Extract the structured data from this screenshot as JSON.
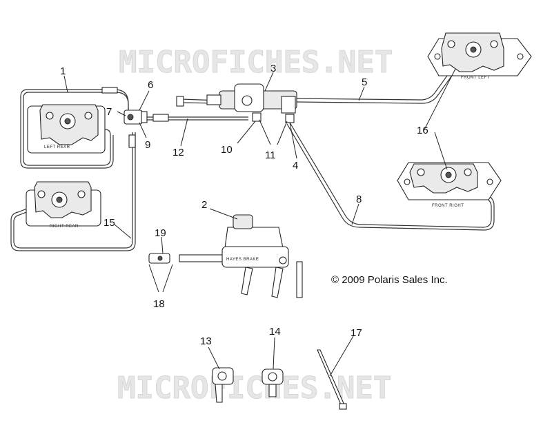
{
  "watermark": {
    "top": "MICROFICHES.NET",
    "bottom": "MICROFICHES.NET"
  },
  "copyright": "© 2009 Polaris Sales Inc.",
  "caliper_labels": {
    "left_rear": "LEFT REAR",
    "right_rear": "RIGHT REAR",
    "front_left": "FRONT LEFT",
    "front_right": "FRONT RIGHT"
  },
  "master_cylinder_label": "HAYES BRAKE",
  "callouts": [
    {
      "id": "callout-1",
      "text": "1"
    },
    {
      "id": "callout-2",
      "text": "2"
    },
    {
      "id": "callout-3",
      "text": "3"
    },
    {
      "id": "callout-4",
      "text": "4"
    },
    {
      "id": "callout-5",
      "text": "5"
    },
    {
      "id": "callout-6",
      "text": "6"
    },
    {
      "id": "callout-7",
      "text": "7"
    },
    {
      "id": "callout-8",
      "text": "8"
    },
    {
      "id": "callout-9",
      "text": "9"
    },
    {
      "id": "callout-10",
      "text": "10"
    },
    {
      "id": "callout-11",
      "text": "11"
    },
    {
      "id": "callout-12",
      "text": "12"
    },
    {
      "id": "callout-13",
      "text": "13"
    },
    {
      "id": "callout-14",
      "text": "14"
    },
    {
      "id": "callout-15",
      "text": "15"
    },
    {
      "id": "callout-16",
      "text": "16"
    },
    {
      "id": "callout-17",
      "text": "17"
    },
    {
      "id": "callout-18",
      "text": "18"
    },
    {
      "id": "callout-19",
      "text": "19"
    }
  ]
}
